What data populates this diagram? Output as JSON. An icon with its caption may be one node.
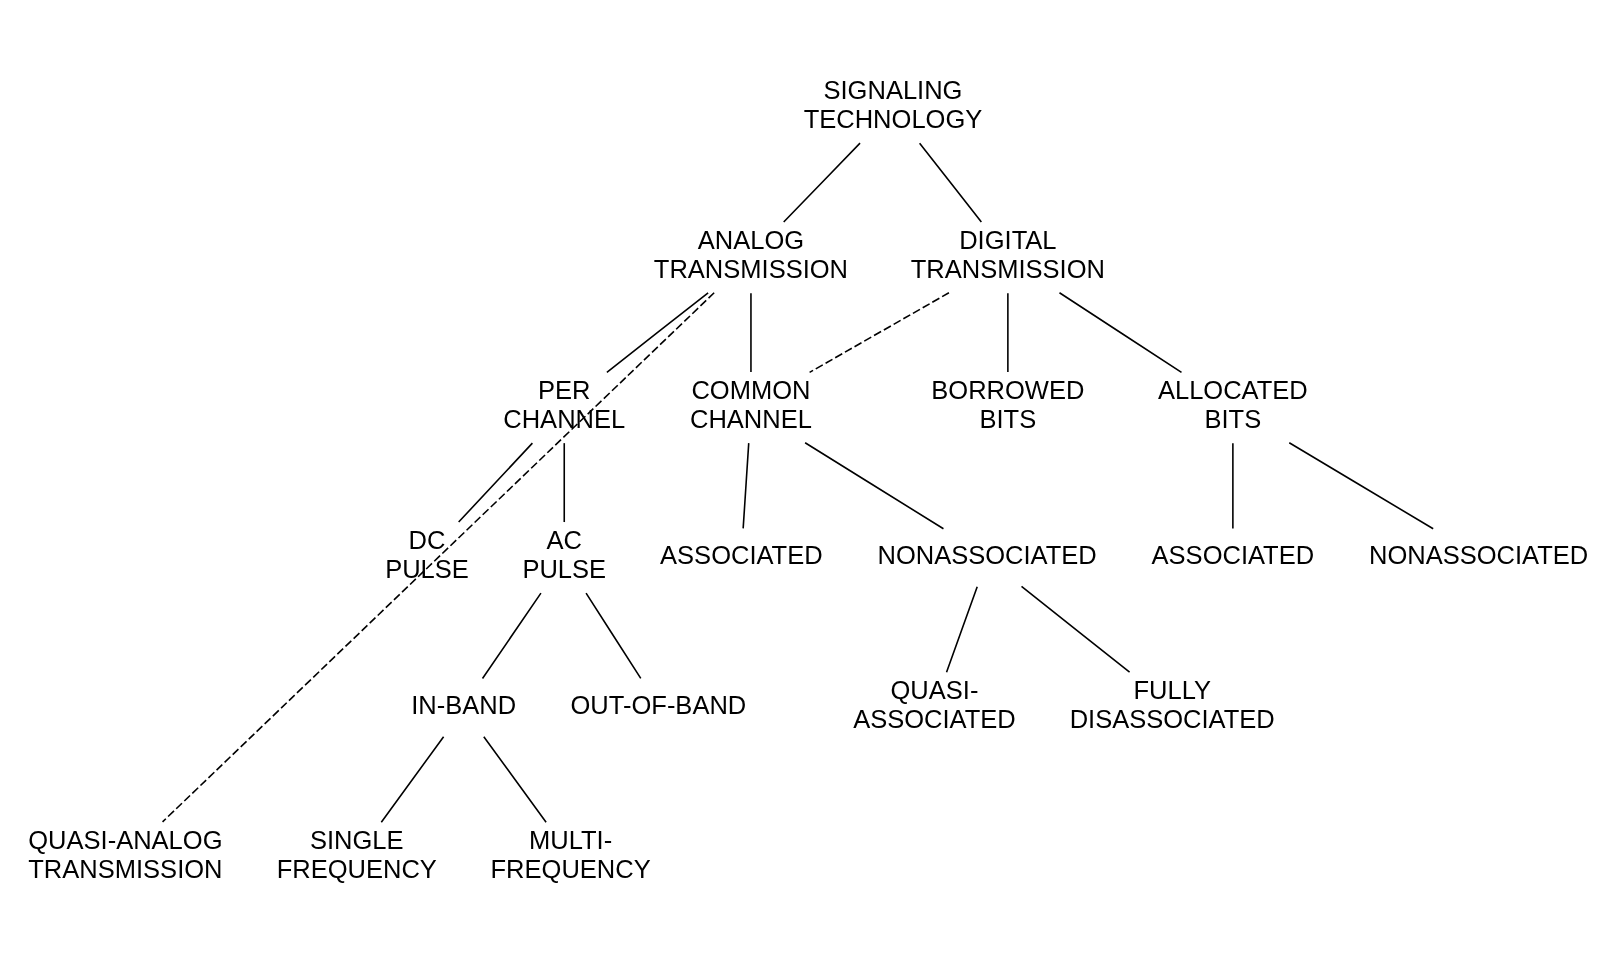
{
  "diagram": {
    "nodes": [
      {
        "text": [
          "SIGNALING TECHNOLOGY"
        ]
      },
      {
        "text": [
          "ANALOG TRANSMISSION"
        ]
      },
      {
        "text": [
          "DIGITAL TRANSMISSION"
        ]
      },
      {
        "text": [
          "QUASI-ANALOG TRANSMISSION"
        ]
      },
      {
        "text": [
          "PER CHANNEL"
        ]
      },
      {
        "text": [
          "COMMON CHANNEL"
        ]
      },
      {
        "text": [
          "BORROWED BITS"
        ]
      },
      {
        "text": [
          "ALLOCATED BITS"
        ]
      },
      {
        "text": [
          "DC PULSE"
        ]
      },
      {
        "text": [
          "AC PULSE"
        ]
      },
      {
        "text": [
          "ASSOCIATED"
        ]
      },
      {
        "text": [
          "NONASSOCIATED"
        ]
      },
      {
        "text": [
          "ASSOCIATED"
        ]
      },
      {
        "text": [
          "NONASSOCIATED"
        ]
      },
      {
        "text": [
          "IN-BAND"
        ]
      },
      {
        "text": [
          "OUT-OF-BAND"
        ]
      },
      {
        "text": [
          "QUASI- ASSOCIATED"
        ]
      },
      {
        "text": [
          "FULLY DISASSOCIATED"
        ]
      },
      {
        "text": [
          "SINGLE FREQUENCY"
        ]
      },
      {
        "text": [
          "MULTI- FREQUENCY"
        ]
      }
    ],
    "edges": [
      {
        "from": 0,
        "to": 1,
        "arrow": "none"
      },
      {
        "from": 0,
        "to": 2,
        "arrow": "none"
      },
      {
        "from": 1,
        "to": 3,
        "arrow": "none",
        "style": "dashed"
      },
      {
        "from": 1,
        "to": 4,
        "arrow": "none"
      },
      {
        "from": 1,
        "to": 5,
        "arrow": "none"
      },
      {
        "from": 2,
        "to": 5,
        "arrow": "none",
        "style": "dashed"
      },
      {
        "from": 2,
        "to": 6,
        "arrow": "none"
      },
      {
        "from": 2,
        "to": 7,
        "arrow": "none"
      },
      {
        "from": 4,
        "to": 8,
        "arrow": "none"
      },
      {
        "from": 4,
        "to": 9,
        "arrow": "none"
      },
      {
        "from": 5,
        "to": 10,
        "arrow": "none"
      },
      {
        "from": 5,
        "to": 11,
        "arrow": "none"
      },
      {
        "from": 7,
        "to": 12,
        "arrow": "none"
      },
      {
        "from": 7,
        "to": 13,
        "arrow": "none"
      },
      {
        "from": 9,
        "to": 14,
        "arrow": "none"
      },
      {
        "from": 9,
        "to": 15,
        "arrow": "none"
      },
      {
        "from": 11,
        "to": 16,
        "arrow": "none"
      },
      {
        "from": 11,
        "to": 17,
        "arrow": "none"
      },
      {
        "from": 14,
        "to": 18,
        "arrow": "none"
      },
      {
        "from": 14,
        "to": 19,
        "arrow": "none"
      }
    ]
  }
}
